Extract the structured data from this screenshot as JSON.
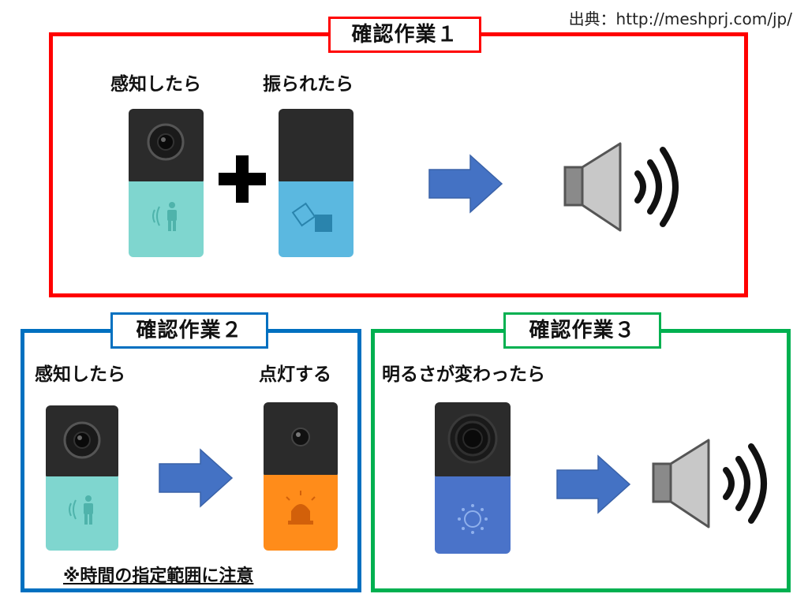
{
  "source": "出典：http://meshprj.com/jp/",
  "panel1": {
    "title": "確認作業１",
    "label_detect": "感知したら",
    "label_shake": "振られたら",
    "plus": "+",
    "colors": {
      "border": "#ff0000"
    }
  },
  "panel2": {
    "title": "確認作業２",
    "label_detect": "感知したら",
    "label_light": "点灯する",
    "note": "※時間の指定範囲に注意",
    "colors": {
      "border": "#0070c0"
    }
  },
  "panel3": {
    "title": "確認作業３",
    "label_brightness": "明るさが変わったら",
    "colors": {
      "border": "#00b050"
    }
  },
  "icons": {
    "motion": "motion-sensor-block-icon",
    "move": "move-sensor-block-icon",
    "led": "led-block-icon",
    "brightness": "brightness-sensor-block-icon",
    "arrow": "right-arrow-icon",
    "speaker": "speaker-sound-icon"
  },
  "colors": {
    "arrow": "#4472c4",
    "motion_bottom": "#7fd6cf",
    "move_bottom": "#5bb8e0",
    "led_bottom": "#ff8c1a",
    "brightness_bottom": "#4a73c9",
    "block_top": "#2b2b2b"
  }
}
